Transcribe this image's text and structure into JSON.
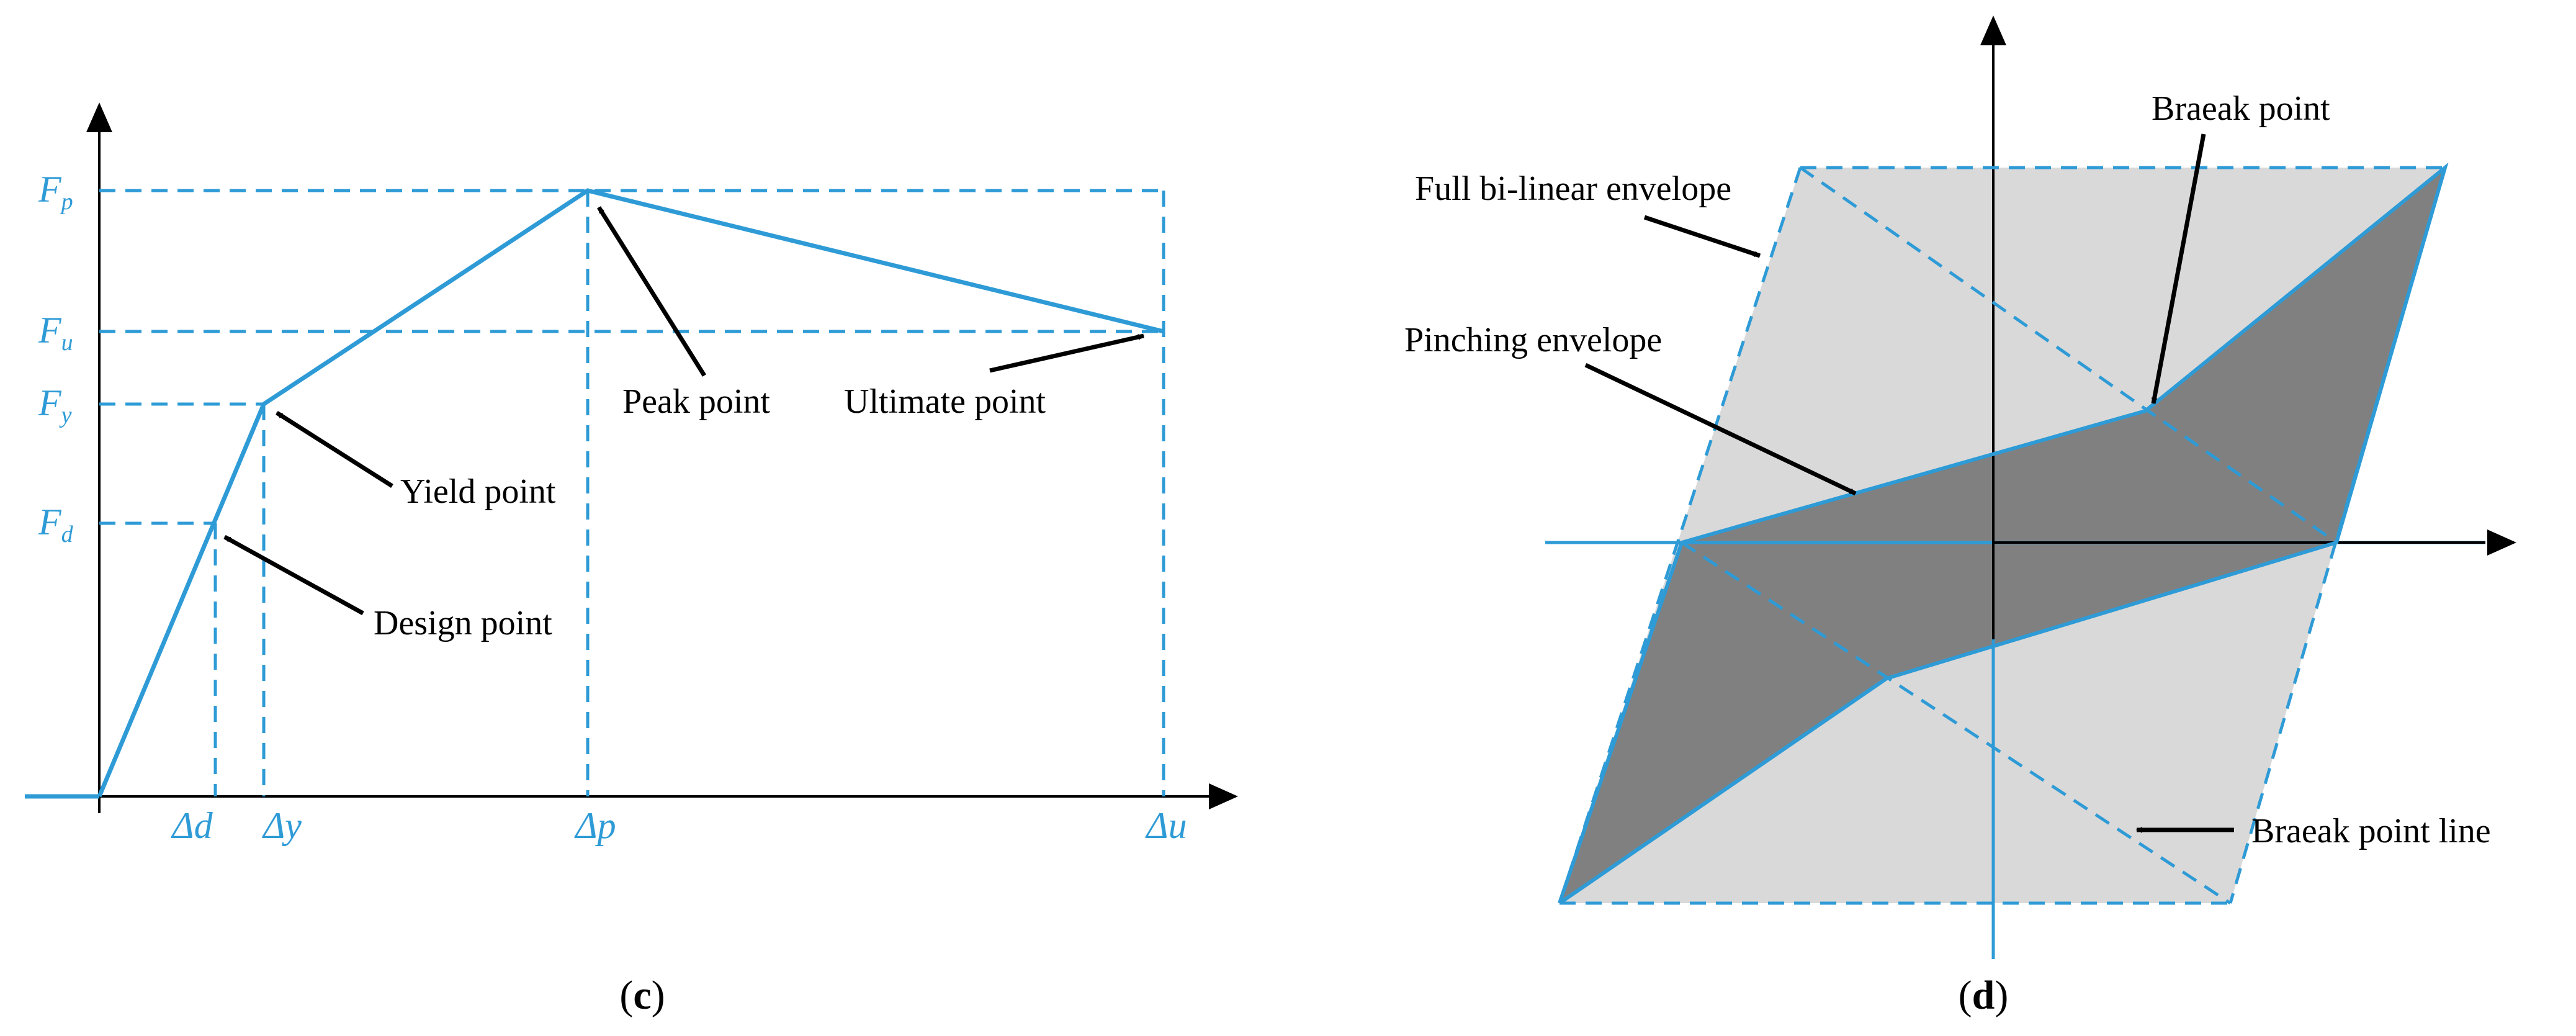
{
  "colors": {
    "blue": "#2E9BD6",
    "light_gray": "#D9D9D9",
    "dark_gray": "#808080",
    "black": "#000000"
  },
  "panel_c": {
    "caption": {
      "open": "(",
      "letter": "c",
      "close": ")"
    },
    "y_ticks": {
      "Fp": {
        "main": "F",
        "sub": "p"
      },
      "Fu": {
        "main": "F",
        "sub": "u"
      },
      "Fy": {
        "main": "F",
        "sub": "y"
      },
      "Fd": {
        "main": "F",
        "sub": "d"
      }
    },
    "x_ticks": {
      "dd": "Δd",
      "dy": "Δy",
      "dp": "Δp",
      "du": "Δu"
    },
    "annotations": {
      "peak": "Peak point",
      "ultimate": "Ultimate point",
      "yield": "Yield point",
      "design": "Design point"
    }
  },
  "panel_d": {
    "caption": {
      "open": "(",
      "letter": "d",
      "close": ")"
    },
    "annotations": {
      "full": "Full bi-linear envelope",
      "break": "Braeak point",
      "pinching": "Pinching envelope",
      "break_line": "Braeak point line"
    }
  }
}
